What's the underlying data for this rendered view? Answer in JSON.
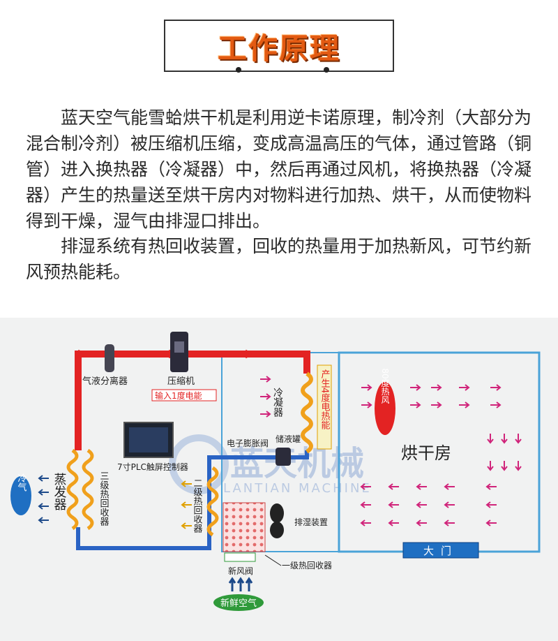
{
  "header": {
    "title": "工作原理"
  },
  "intro": {
    "paragraph1": "蓝天空气能雪蛤烘干机是利用逆卡诺原理，制冷剂（大部分为混合制冷剂）被压缩机压缩，变成高温高压的气体，通过管路（铜管）进入换热器（冷凝器）中，然后再通过风机，将换热器（冷凝器）产生的热量送至烘干房内对物料进行加热、烘干，从而使物料得到干燥，湿气由排湿口排出。",
    "paragraph2": "排湿系统有热回收装置，回收的热量用于加热新风，可节约新风预热能耗。"
  },
  "diagram": {
    "labels": {
      "gas_liquid_separator": "气液分离器",
      "compressor": "压缩机",
      "power_input": "输入1度电能",
      "condenser": "冷凝器",
      "output_heat": "产生4度电热能",
      "liquid_tank": "储液罐",
      "expansion_valve": "电子膨胀阀",
      "plc": "7寸PLC触屏控制器",
      "evaporator": "蒸发器",
      "cold_air": "冷气",
      "recovery3": "三级热回收器",
      "recovery2": "二级热回收器",
      "recovery1": "一级热回收器",
      "dehumidifier": "排湿装置",
      "fresh_air_valve": "新风阀",
      "fresh_air": "新鲜空气",
      "hot_air": "80度热风",
      "drying_room": "烘干房",
      "gate": "大门"
    },
    "watermark": {
      "brand_cn": "蓝天机械",
      "brand_en": "LANTIAN MACHINE"
    },
    "colors": {
      "pipe_hot": "#e32323",
      "pipe_cold": "#2a63c4",
      "coil": "#f0a01c",
      "room_border": "#4aa3d8",
      "arrow_pink": "#d0247a"
    }
  }
}
